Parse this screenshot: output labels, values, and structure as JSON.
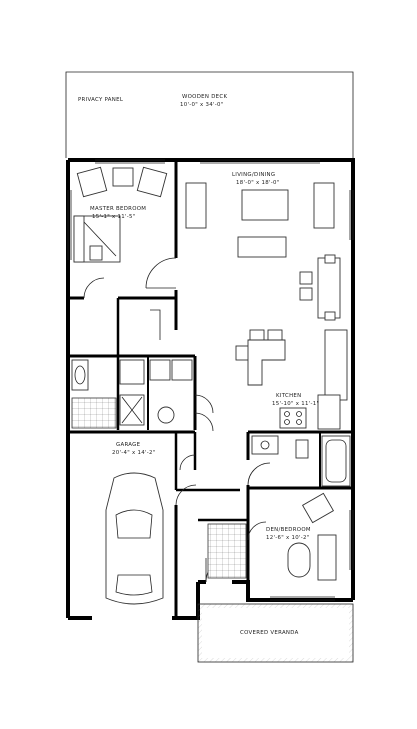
{
  "plan": {
    "labels": {
      "privacy_panel": "PRIVACY PANEL",
      "wooden_deck": "WOODEN DECK",
      "wooden_deck_dim": "10'-0\" x 34'-0\"",
      "living_dining": "LIVING/DINING",
      "living_dining_dim": "18'-0\" x 18'-0\"",
      "master_bedroom": "MASTER BEDROOM",
      "master_bedroom_dim": "15'-1\" x 11'-5\"",
      "kitchen": "KITCHEN",
      "kitchen_dim": "15'-10\" x 11'-1\"",
      "garage": "GARAGE",
      "garage_dim": "20'-4\" x 14'-2\"",
      "den_bedroom": "DEN/BEDROOM",
      "den_bedroom_dim": "12'-6\" x 10'-2\"",
      "covered_veranda": "COVERED VERANDA"
    }
  }
}
